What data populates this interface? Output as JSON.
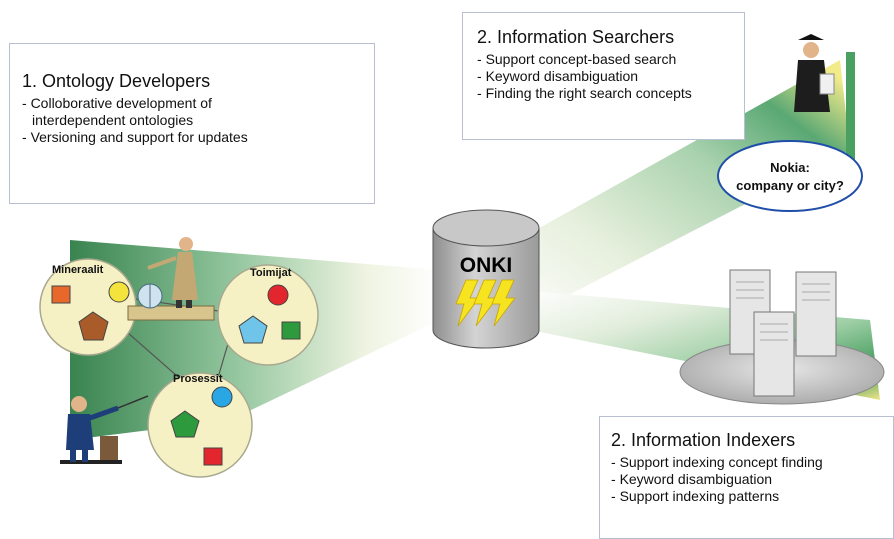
{
  "ontology_developers": {
    "title": "1. Ontology Developers",
    "items": [
      "Colloborative development of",
      "interdependent ontologies",
      "Versioning and support for updates"
    ]
  },
  "information_searchers": {
    "title": "2. Information Searchers",
    "items": [
      "Support concept-based search",
      "Keyword disambiguation",
      "Finding the right search concepts"
    ]
  },
  "information_indexers": {
    "title": "2. Information Indexers",
    "items": [
      "Support indexing concept finding",
      "Keyword disambiguation",
      "Support indexing patterns"
    ]
  },
  "onki": {
    "label": "ONKI"
  },
  "speech_bubble": {
    "line1": "Nokia:",
    "line2": "company or city?"
  },
  "ontologies": {
    "mineraalit": "Mineraalit",
    "toimijat": "Toimijat",
    "prosessit": "Prosessit"
  },
  "colors": {
    "beam_green": "#3f9a5a",
    "beam_yellow": "#f2eb8a",
    "circle_fill": "#f6f1c4",
    "onki_cylinder": "#b9b9b9",
    "lightning": "#f5e41f"
  },
  "icons": [
    "database-cylinder-icon",
    "lightning-icon",
    "server-icon",
    "graduate-icon",
    "presenter-icon"
  ]
}
